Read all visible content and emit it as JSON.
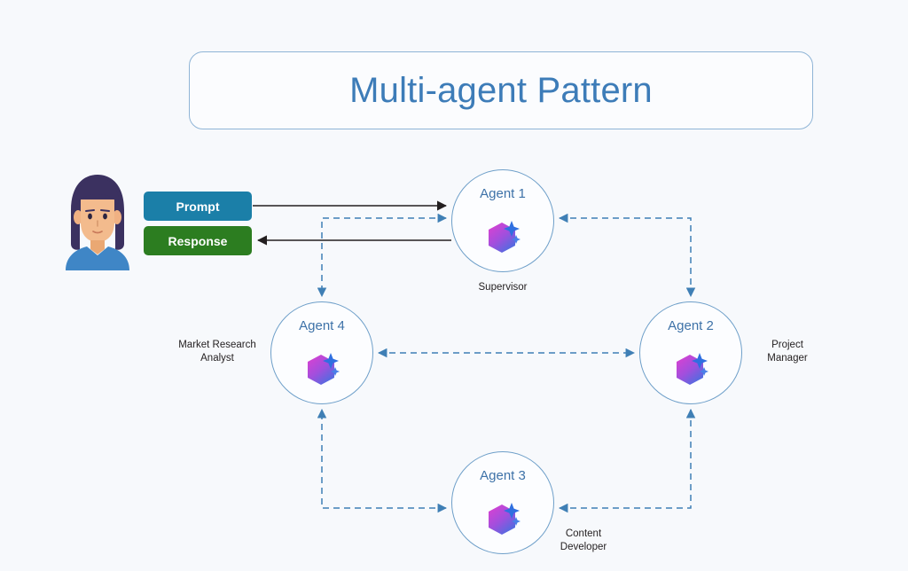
{
  "title": {
    "text": "Multi-agent Pattern"
  },
  "user": {
    "avatar_icon": "person-avatar-icon",
    "messages": [
      {
        "id": "prompt",
        "label": "Prompt",
        "color": "#1b7fa8"
      },
      {
        "id": "response",
        "label": "Response",
        "color": "#2c7d20"
      }
    ]
  },
  "agents": [
    {
      "id": "agent1",
      "label": "Agent 1",
      "role": "Supervisor",
      "icon": "agent-hexagon-sparkle-icon"
    },
    {
      "id": "agent2",
      "label": "Agent 2",
      "role": "Project\nManager",
      "icon": "agent-hexagon-sparkle-icon"
    },
    {
      "id": "agent3",
      "label": "Agent 3",
      "role": "Content\nDeveloper",
      "icon": "agent-hexagon-sparkle-icon"
    },
    {
      "id": "agent4",
      "label": "Agent 4",
      "role": "Market Research\nAnalyst",
      "icon": "agent-hexagon-sparkle-icon"
    }
  ],
  "roles": {
    "supervisor": "Supervisor",
    "project_manager_line1": "Project",
    "project_manager_line2": "Manager",
    "market_research_line1": "Market Research",
    "market_research_line2": "Analyst",
    "content_developer_line1": "Content",
    "content_developer_line2": "Developer"
  },
  "colors": {
    "background": "#f7f9fc",
    "title_text": "#3d7cb8",
    "title_border": "#8fb4d6",
    "agent_border": "#6e9fc9",
    "agent_text": "#3e72a8",
    "dashed_connector": "#3f7fb5",
    "solid_connector": "#231f20",
    "prompt_fill": "#1b7fa8",
    "response_fill": "#2c7d20",
    "icon_gradient_start": "#e040d0",
    "icon_gradient_end": "#4a6ee0",
    "sparkle": "#2f6fe0",
    "hair": "#3b3160",
    "skin": "#f0b183",
    "shirt": "#3f86c6",
    "role_text": "#231f20"
  },
  "connections": [
    {
      "from": "prompt",
      "to": "agent1",
      "style": "solid",
      "direction": "forward"
    },
    {
      "from": "agent1",
      "to": "response",
      "style": "solid",
      "direction": "forward"
    },
    {
      "from": "agent4",
      "to": "agent1",
      "style": "dashed",
      "direction": "both"
    },
    {
      "from": "agent1",
      "to": "agent2",
      "style": "dashed",
      "direction": "both"
    },
    {
      "from": "agent4",
      "to": "agent2",
      "style": "dashed",
      "direction": "both"
    },
    {
      "from": "agent3",
      "to": "agent4",
      "style": "dashed",
      "direction": "forward"
    },
    {
      "from": "agent2",
      "to": "agent3",
      "style": "dashed",
      "direction": "forward"
    }
  ]
}
